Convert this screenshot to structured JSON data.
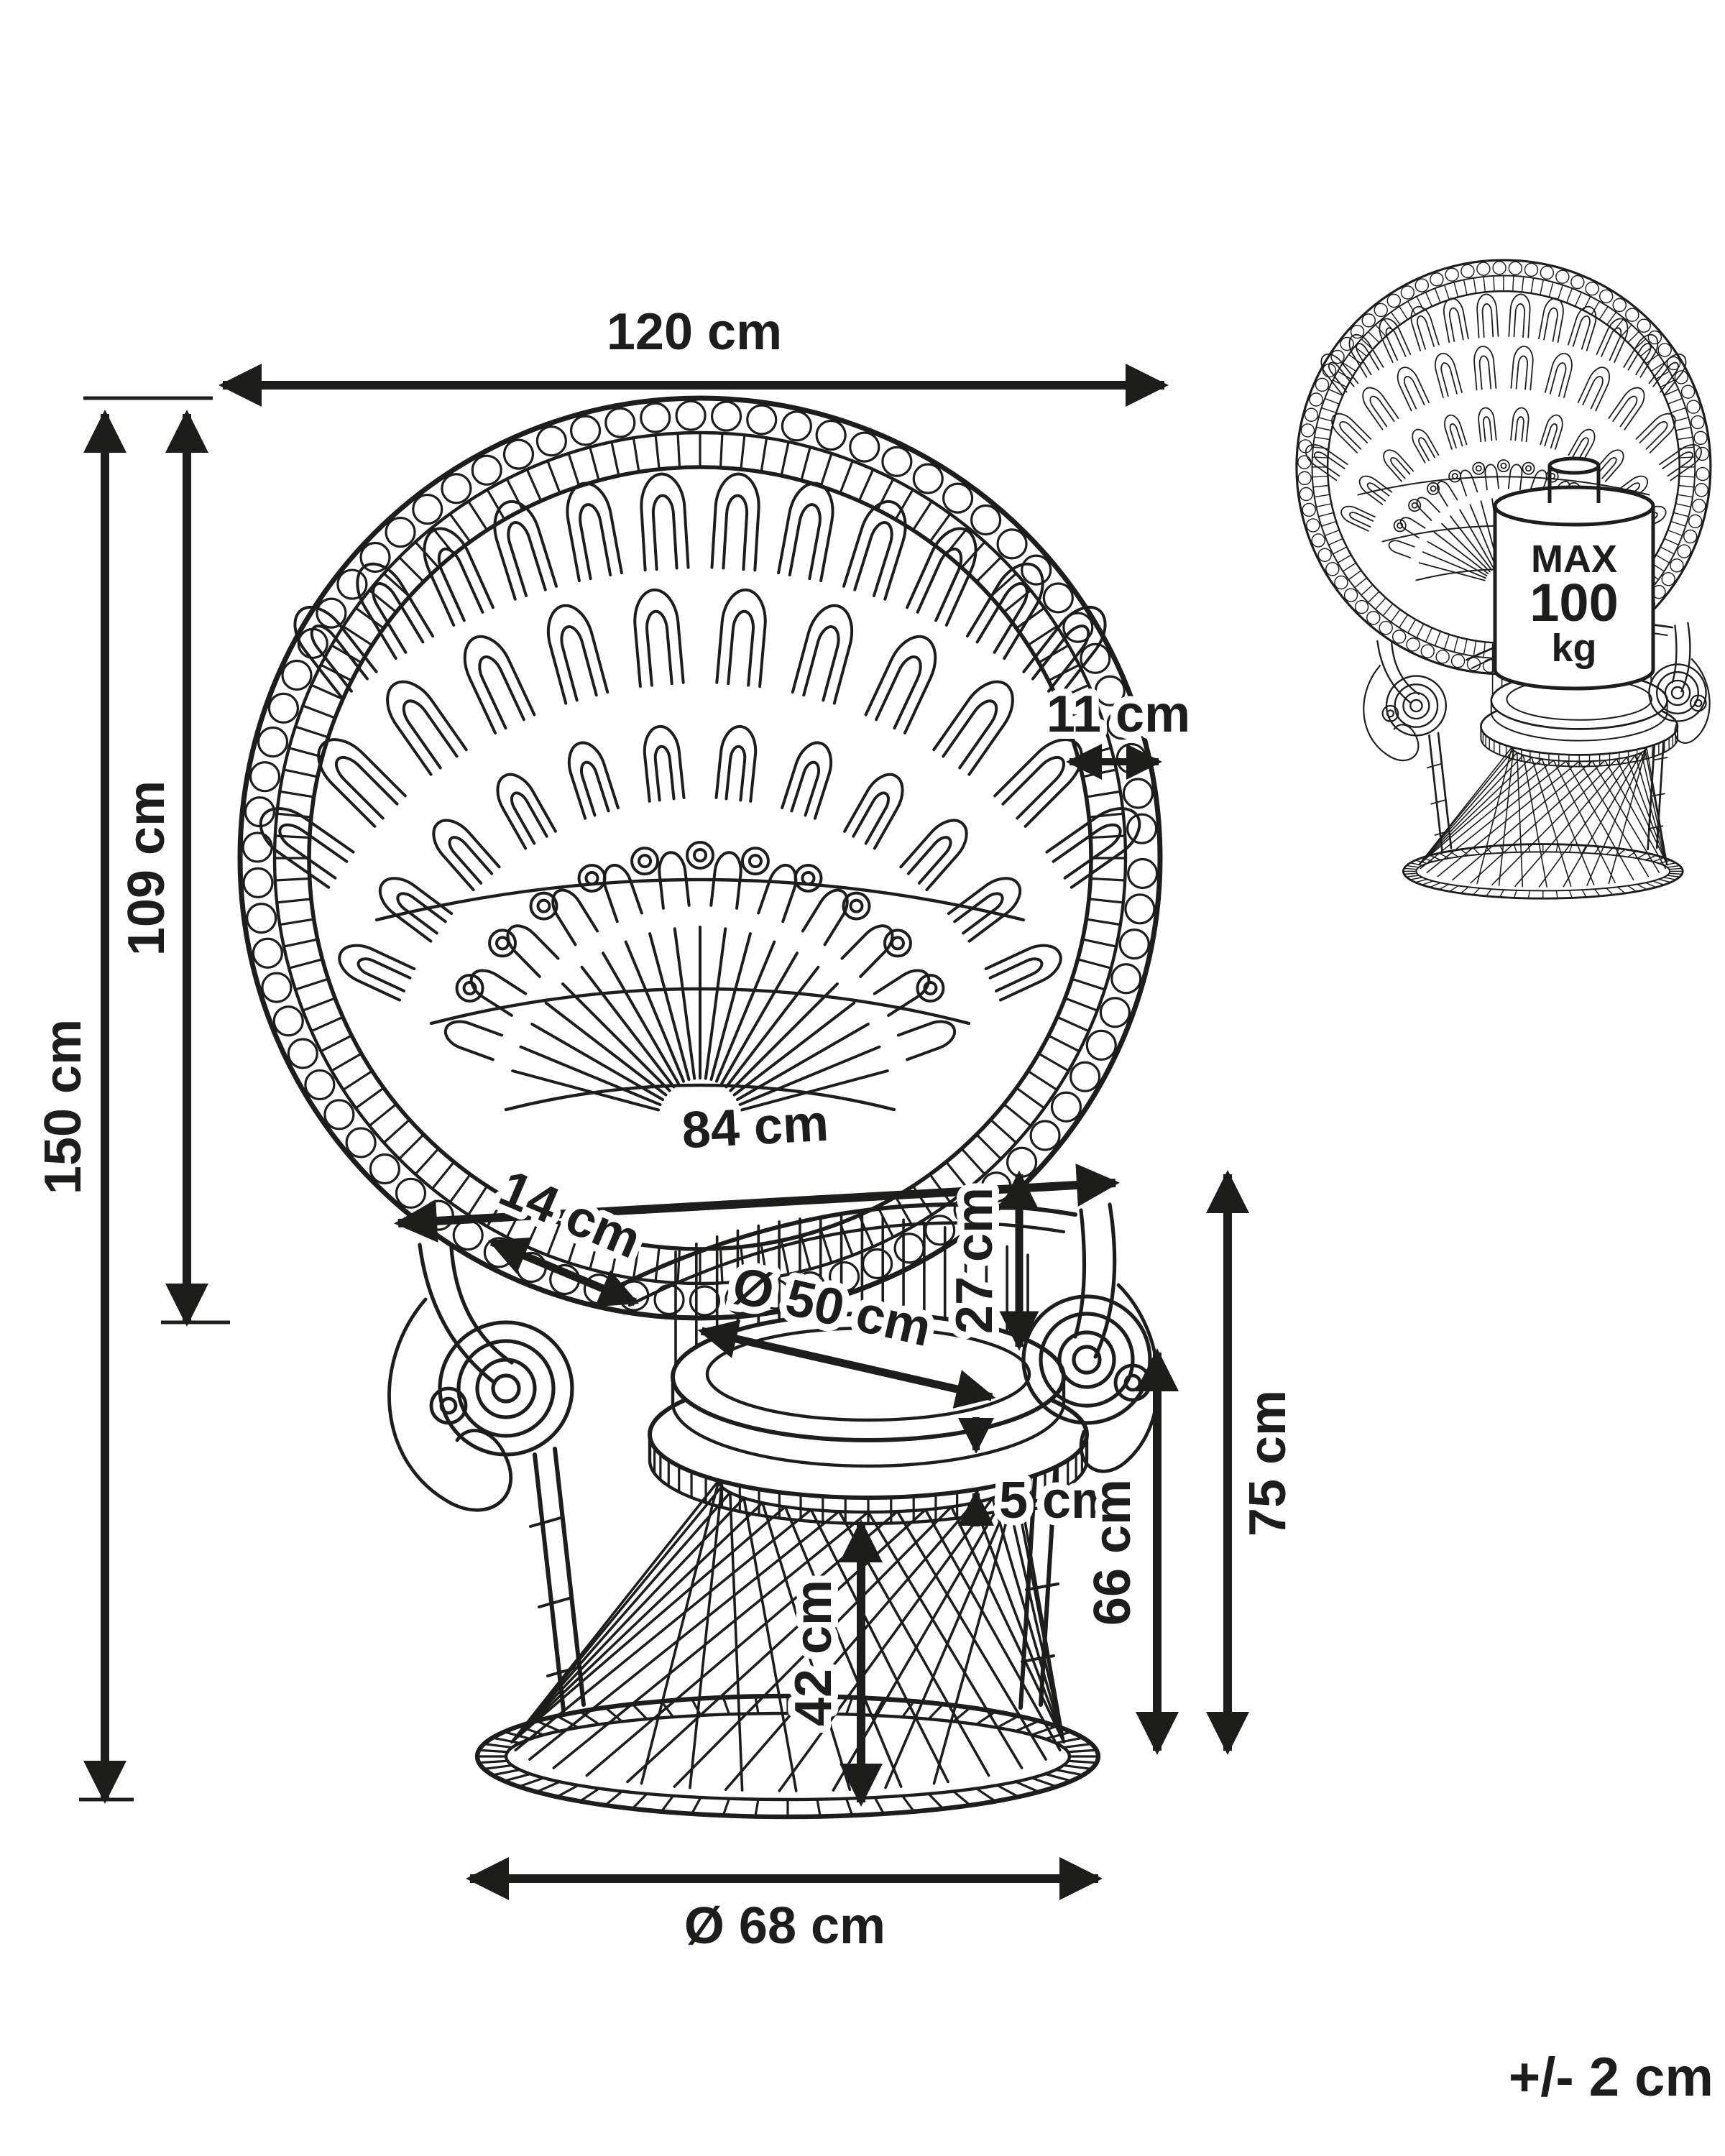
{
  "dimensions": {
    "back_width": "120 cm",
    "total_height": "150 cm",
    "back_height": "109 cm",
    "rim_depth": "11 cm",
    "armrest_span": "84 cm",
    "armrest_width": "14 cm",
    "seat_diameter": "Ø 50 cm",
    "backrest_height": "27 cm",
    "cushion_height": "5 cm",
    "seat_height": "66 cm",
    "armrest_height": "75 cm",
    "base_height": "42 cm",
    "base_diameter": "Ø 68 cm"
  },
  "max_load": {
    "line1": "MAX",
    "line2": "100",
    "line3": "kg"
  },
  "note": {
    "tolerance": "+/- 2 cm"
  },
  "colors": {
    "line": "#1d1d1b",
    "background": "#ffffff"
  }
}
